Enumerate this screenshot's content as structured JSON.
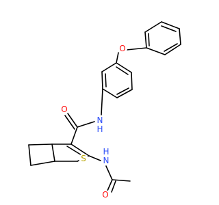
{
  "molecule": {
    "colors": {
      "bond": "#000000",
      "carbon": "#000000",
      "O": "#ff0d0d",
      "N": "#3050f8",
      "S": "#b8a400"
    },
    "atoms": [
      {
        "label": "O",
        "element": "O"
      },
      {
        "label": "O",
        "element": "O"
      },
      {
        "label": "N",
        "element": "N"
      },
      {
        "label": "H",
        "element": "N"
      },
      {
        "label": "S",
        "element": "S"
      },
      {
        "label": "N",
        "element": "N"
      },
      {
        "label": "H",
        "element": "N"
      },
      {
        "label": "O",
        "element": "O"
      }
    ]
  }
}
